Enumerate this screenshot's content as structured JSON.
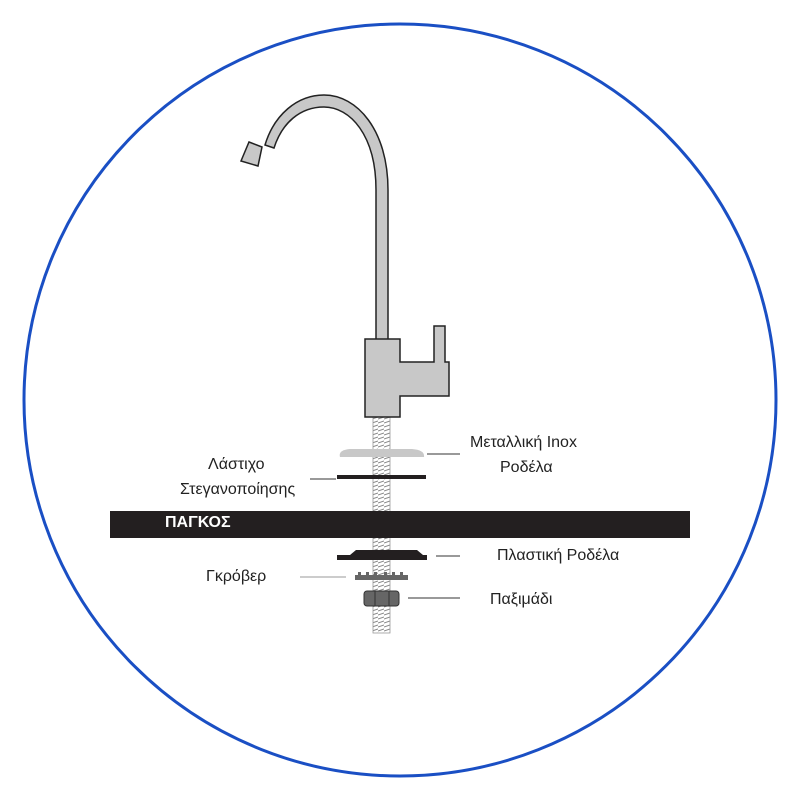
{
  "colors": {
    "circle": "#1a4fc4",
    "faucet": "#c8c8c8",
    "counter": "#231f20"
  },
  "labels": {
    "metal_washer_line1": "Μεταλλική Inox",
    "metal_washer_line2": "Ροδέλα",
    "rubber_line1": "Λάστιχο",
    "rubber_line2": "Στεγανοποίησης",
    "counter": "ΠΑΓΚΟΣ",
    "plastic_washer": "Πλαστική Ροδέλα",
    "grover": "Γκρόβερ",
    "nut": "Παξιμάδι"
  }
}
